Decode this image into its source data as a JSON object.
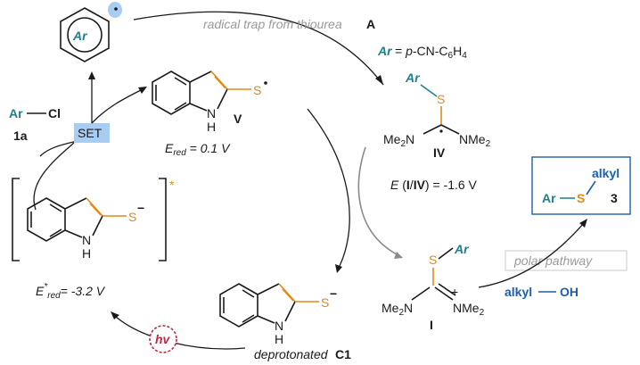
{
  "labels": {
    "ar": "Ar",
    "radical_trap": "radical trap from thiourea",
    "radical_trap_bold": "A",
    "ar_definition_prefix": "Ar",
    "ar_definition_mid": " = p-CN-C",
    "ar_definition_sub1": "6",
    "ar_definition_h": "H",
    "ar_definition_sub2": "4",
    "cl": "Cl",
    "compound_1a": "1a",
    "set": "SET",
    "nh": "N",
    "h": "H",
    "s": "S",
    "v_label": "V",
    "ered_e": "E",
    "ered_sub": "red",
    "ered_value": " = 0.1  V",
    "me2n": "Me",
    "me_sub": "2",
    "n": "N",
    "nme2": "NMe",
    "iv_label": "IV",
    "e_iiv": "E (",
    "e_iiv_i": "I",
    "e_iiv_slash": "/",
    "e_iiv_iv": "IV",
    "e_iiv_value": ") = -1.6 V",
    "alkyl": "alkyl",
    "product_3": "3",
    "polar_pathway": "polar pathway",
    "alkyl_oh_left": "alkyl",
    "alkyl_oh_right": "OH",
    "i_label": "I",
    "plus": "+",
    "estar_e": "E",
    "estar_sup": "*",
    "estar_sub": "red",
    "estar_value": "= -3.2 V",
    "hv": "hv",
    "deprotonated": "deprotonated",
    "c1": "C1",
    "star": "*",
    "minus": "−",
    "dot": "•"
  },
  "colors": {
    "teal": "#1f7f8c",
    "blue": "#1f5fa8",
    "orange": "#e08a17",
    "set_box": "#a9cdf0",
    "hv_circle": "#c0283f",
    "product_box": "#1f5fa8"
  }
}
